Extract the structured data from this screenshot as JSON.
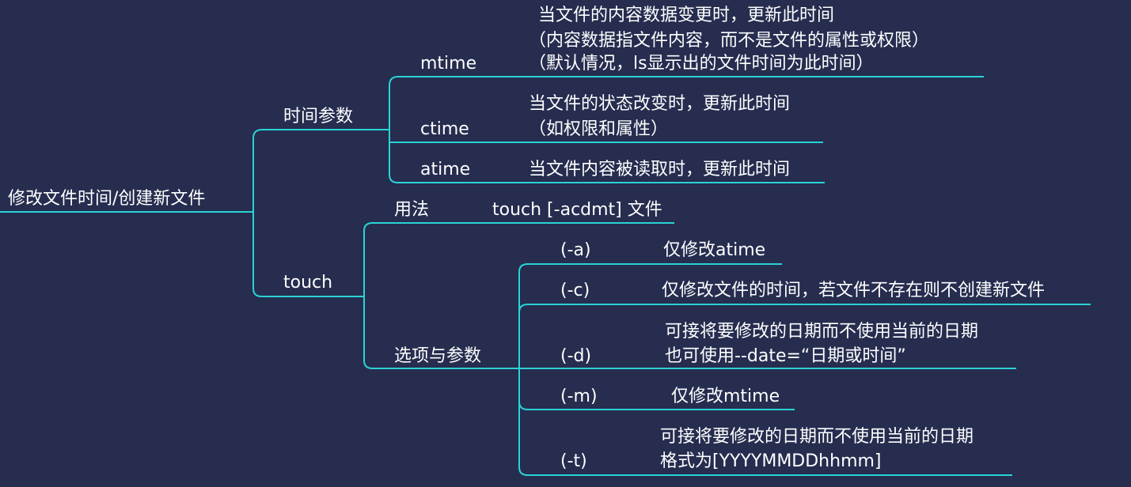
{
  "line_color": "#2bd3d5",
  "background": "#262d4f",
  "root": {
    "label": "修改文件时间/创建新文件"
  },
  "time_params": {
    "label": "时间参数",
    "mtime": {
      "label": "mtime",
      "desc": [
        "当文件的内容数据变更时，更新此时间",
        "（内容数据指文件内容，而不是文件的属性或权限）",
        "（默认情况，ls显示出的文件时间为此时间）"
      ]
    },
    "ctime": {
      "label": "ctime",
      "desc": [
        "当文件的状态改变时，更新此时间",
        "（如权限和属性）"
      ]
    },
    "atime": {
      "label": "atime",
      "desc": [
        "当文件内容被读取时，更新此时间"
      ]
    }
  },
  "touch": {
    "label": "touch",
    "usage": {
      "label": "用法",
      "value": "touch [-acdmt] 文件"
    },
    "options": {
      "label": "选项与参数",
      "items": [
        {
          "flag": "(-a)",
          "desc": [
            "仅修改atime"
          ]
        },
        {
          "flag": "(-c)",
          "desc": [
            "仅修改文件的时间，若文件不存在则不创建新文件"
          ]
        },
        {
          "flag": "(-d)",
          "desc": [
            "可接将要修改的日期而不使用当前的日期",
            "也可使用--date=“日期或时间”"
          ]
        },
        {
          "flag": "(-m)",
          "desc": [
            "仅修改mtime"
          ]
        },
        {
          "flag": "(-t)",
          "desc": [
            "可接将要修改的日期而不使用当前的日期",
            "格式为[YYYYMMDDhhmm]"
          ]
        }
      ]
    }
  }
}
